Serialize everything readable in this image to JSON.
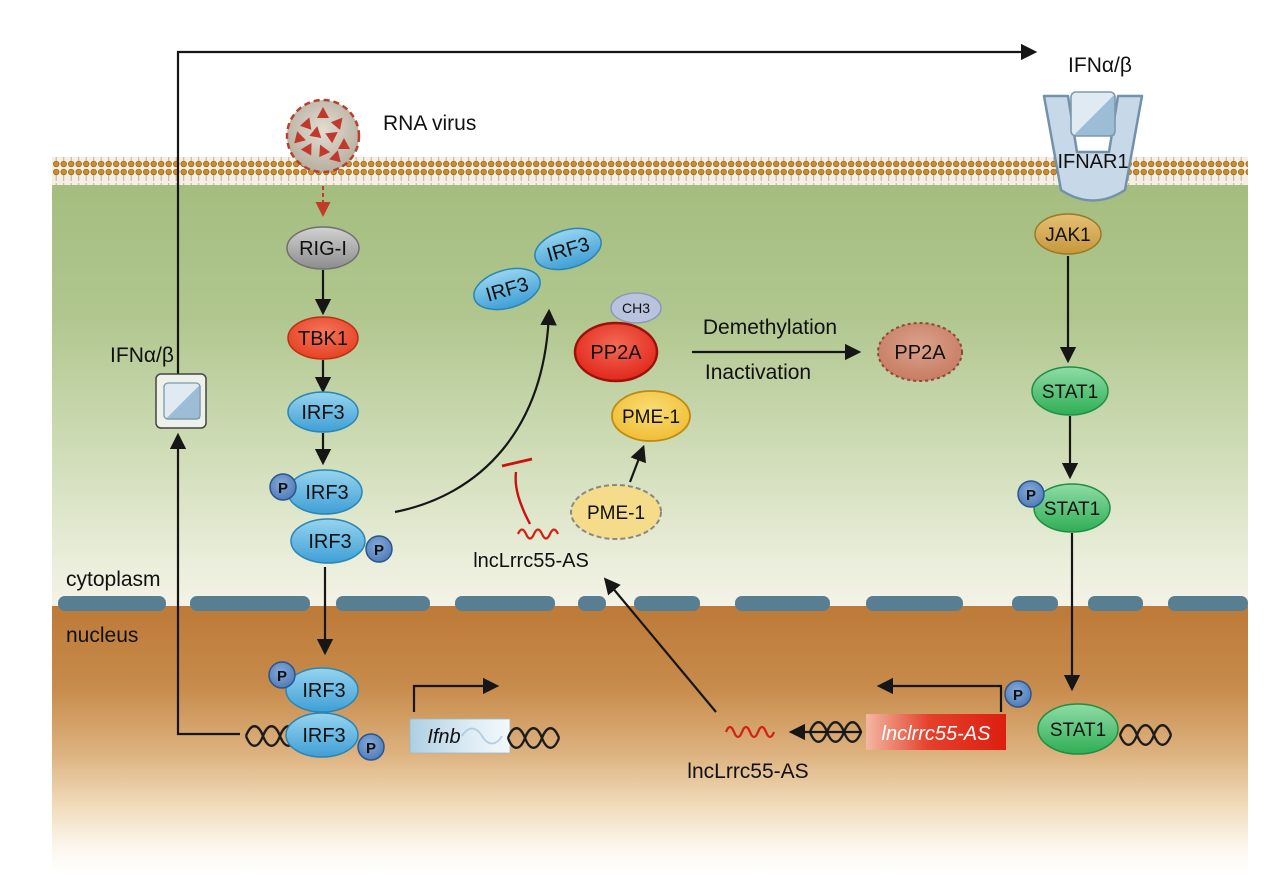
{
  "figure": {
    "compartments": {
      "cytoplasm": "cytoplasm",
      "nucleus": "nucleus"
    },
    "nodes": {
      "rna_virus": "RNA virus",
      "rig_i": "RIG-I",
      "tbk1": "TBK1",
      "irf3": "IRF3",
      "phospho": "P",
      "ifn_ab": "IFNα/β",
      "ifnar1": "IFNAR1",
      "jak1": "JAK1",
      "stat1": "STAT1",
      "ch3": "CH3",
      "pp2a": "PP2A",
      "pme1": "PME-1",
      "lnclrrc55_rna": "lncLrrc55-AS"
    },
    "genes": {
      "ifnb": "Ifnb",
      "lnclrrc55_as": "lnclrrc55-AS"
    },
    "process": {
      "demethylation": "Demethylation",
      "inactivation": "Inactivation"
    },
    "colors": {
      "cytoplasm_top": "#a2bc7c",
      "nucleus_top": "#bd7a39",
      "membrane_lipid": "#d28c2e",
      "nuclear_membrane": "#587e92",
      "irf3_blue": "#3f9fd6",
      "stat1_green": "#2fae55",
      "tbk1_red": "#e63a1c",
      "pp2a_red": "#e01e14",
      "pp2a_inactive": "#c4765c",
      "pme1_gold": "#eeba2c",
      "jak1_tan": "#c79a3e",
      "rig_i_gray": "#909090",
      "phospho_blue": "#4a77b4",
      "ch3_lavender": "#b9c3de",
      "receptor_blue": "#c7d8e8",
      "rna_red": "#d22114",
      "inhibition_red": "#cc1111",
      "gene_ifnb_fill": "#aecfe3",
      "gene_lnc_fill": "#dc1f10",
      "arrow_black": "#161616"
    }
  }
}
